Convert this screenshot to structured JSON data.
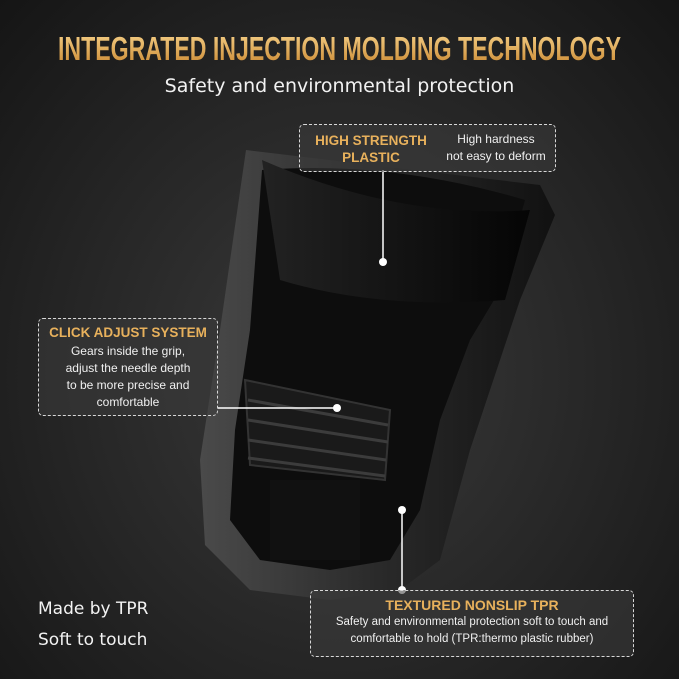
{
  "header": {
    "title": "INTEGRATED INJECTION MOLDING TECHNOLOGY",
    "subtitle": "Safety and environmental protection"
  },
  "callouts": {
    "high_strength": {
      "heading_line1": "HIGH STRENGTH",
      "heading_line2": "PLASTIC",
      "text_line1": "High hardness",
      "text_line2": "not easy to deform"
    },
    "click_adjust": {
      "heading": "CLICK ADJUST SYSTEM",
      "text": [
        "Gears inside the grip,",
        "adjust the needle depth",
        "to be more precise and",
        "comfortable"
      ]
    },
    "textured": {
      "heading": "TEXTURED NONSLIP TPR",
      "text": [
        "Safety and environmental protection soft to touch and",
        "comfortable to hold (TPR:thermo plastic rubber)"
      ]
    }
  },
  "footer": {
    "line1": "Made by TPR",
    "line2": "Soft to touch"
  },
  "colors": {
    "accent_gold": "#e8b15c",
    "background": "#262626"
  }
}
